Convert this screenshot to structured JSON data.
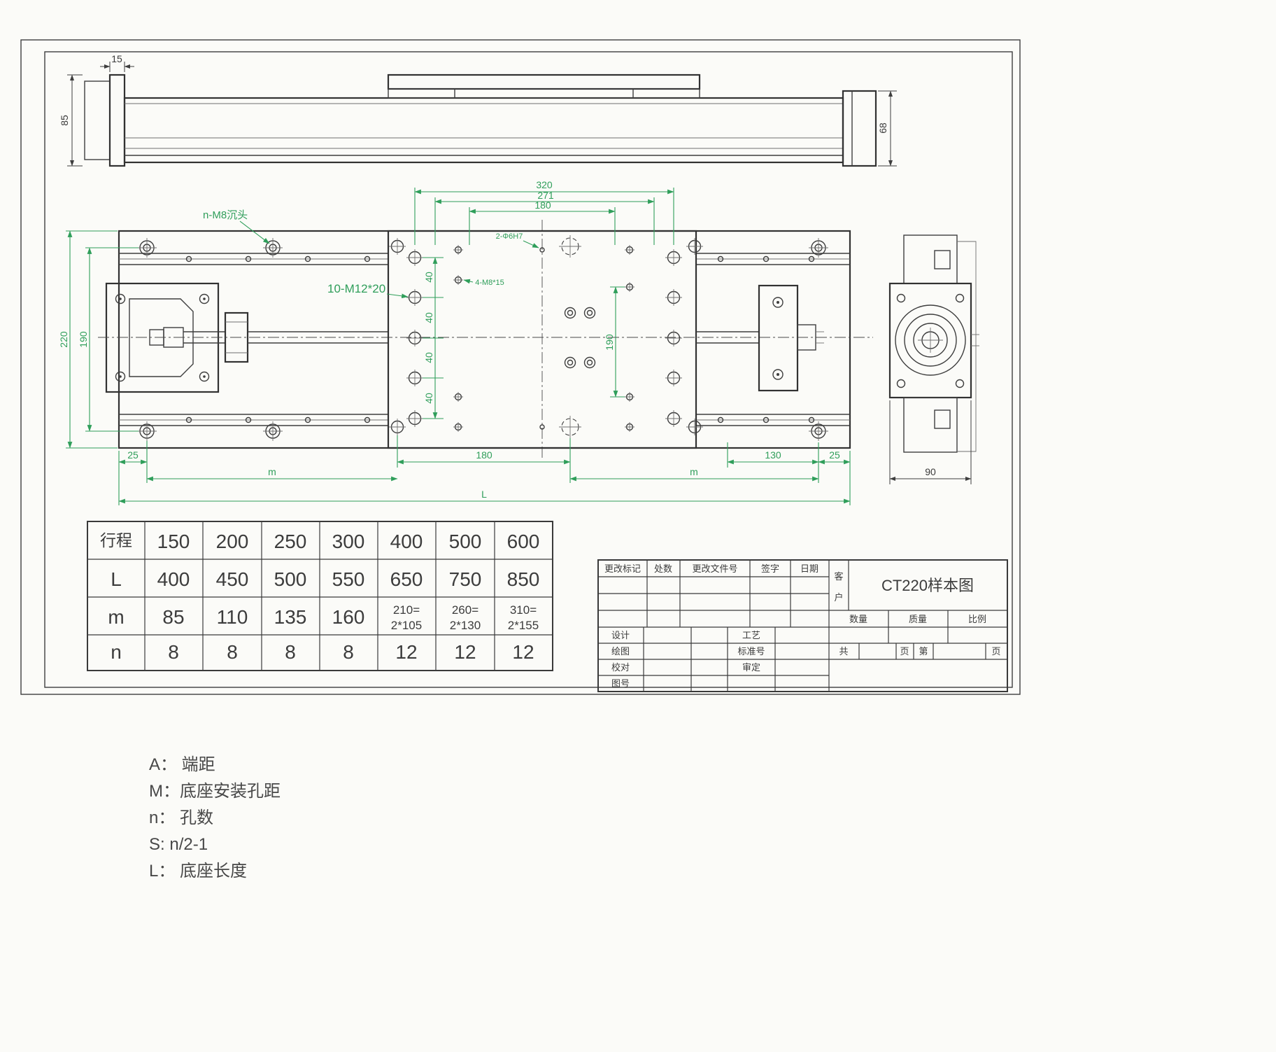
{
  "sheet": {
    "line_color": "#3e3e3e",
    "dim_color": "#2f9e5a",
    "paper_color": "#fbfbf8"
  },
  "side_view": {
    "d15": "15",
    "d85": "85",
    "d68": "68"
  },
  "plan_view": {
    "label_counterbore": "n-M8沉头",
    "label_m12": "10-M12*20",
    "label_pin": "2-Φ6H7",
    "label_m8": "4-M8*15",
    "d320": "320",
    "d271": "271",
    "d180_top": "180",
    "d220": "220",
    "d190_left": "190",
    "d190_right": "190",
    "d40": "40",
    "d25_left": "25",
    "dm": "m",
    "d180_bottom": "180",
    "d130": "130",
    "d25_right": "25",
    "dL": "L"
  },
  "end_view": {
    "d90": "90"
  },
  "param_table": {
    "row_labels": [
      "行程",
      "L",
      "m",
      "n"
    ],
    "stroke_values": [
      "150",
      "200",
      "250",
      "300",
      "400",
      "500",
      "600"
    ],
    "L_values": [
      "400",
      "450",
      "500",
      "550",
      "650",
      "750",
      "850"
    ],
    "m_values": [
      [
        "85"
      ],
      [
        "110"
      ],
      [
        "135"
      ],
      [
        "160"
      ],
      [
        "210=",
        "2*105"
      ],
      [
        "260=",
        "2*130"
      ],
      [
        "310=",
        "2*155"
      ]
    ],
    "n_values": [
      "8",
      "8",
      "8",
      "8",
      "12",
      "12",
      "12"
    ]
  },
  "title_block": {
    "change_mark": "更改标记",
    "count": "处数",
    "change_doc_no": "更改文件号",
    "signature": "签字",
    "date": "日期",
    "customer_top": "客",
    "customer_bottom": "户",
    "drawing_title": "CT220样本图",
    "quantity": "数量",
    "mass": "质量",
    "scale": "比例",
    "design": "设计",
    "process": "工艺",
    "draft": "绘图",
    "standard_no": "标准号",
    "check": "校对",
    "approve": "审定",
    "drawing_no": "图号",
    "total": "共",
    "page_a": "页",
    "ordinal": "第",
    "page_b": "页"
  },
  "notes": [
    "A： 端距",
    "M：底座安装孔距",
    "n： 孔数",
    "S:  n/2-1",
    "L： 底座长度"
  ]
}
